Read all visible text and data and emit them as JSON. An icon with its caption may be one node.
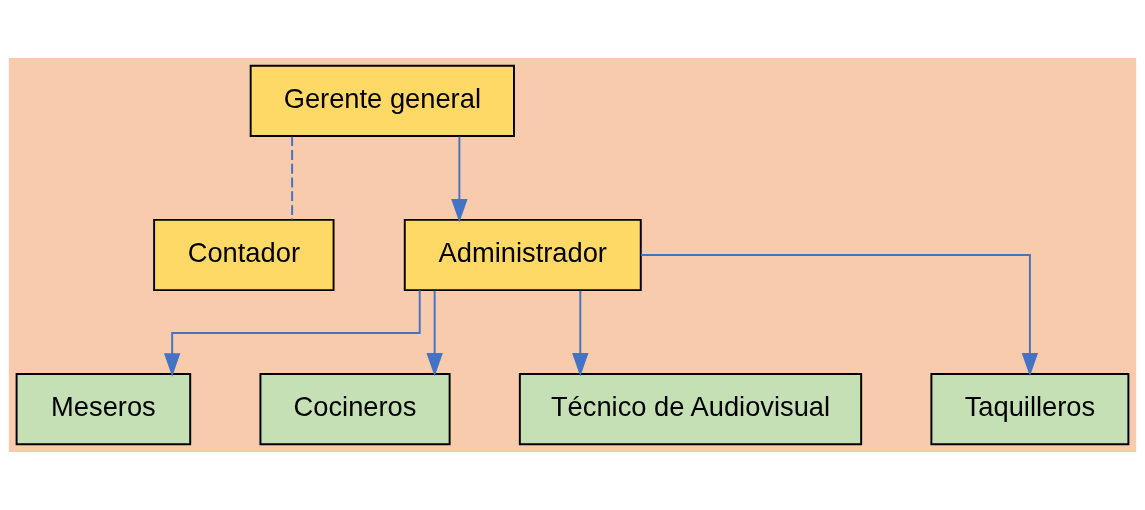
{
  "diagram": {
    "nodes": [
      {
        "text": [
          "Gerente general"
        ]
      },
      {
        "text": [
          "Contador"
        ]
      },
      {
        "text": [
          "Administrador"
        ]
      },
      {
        "text": [
          "Meseros"
        ]
      },
      {
        "text": [
          "Cocineros"
        ]
      },
      {
        "text": [
          "Técnico de Audiovisual"
        ]
      },
      {
        "text": [
          "Taquilleros"
        ]
      }
    ],
    "edges": [
      {
        "from": 0,
        "to": 2,
        "arrow": "to"
      },
      {
        "from": 0,
        "to": 1,
        "arrow": "none",
        "style": "dashed"
      },
      {
        "from": 2,
        "to": 3,
        "arrow": "to"
      },
      {
        "from": 2,
        "to": 4,
        "arrow": "to"
      },
      {
        "from": 2,
        "to": 5,
        "arrow": "to"
      },
      {
        "from": 2,
        "to": 6,
        "arrow": "to"
      }
    ]
  }
}
